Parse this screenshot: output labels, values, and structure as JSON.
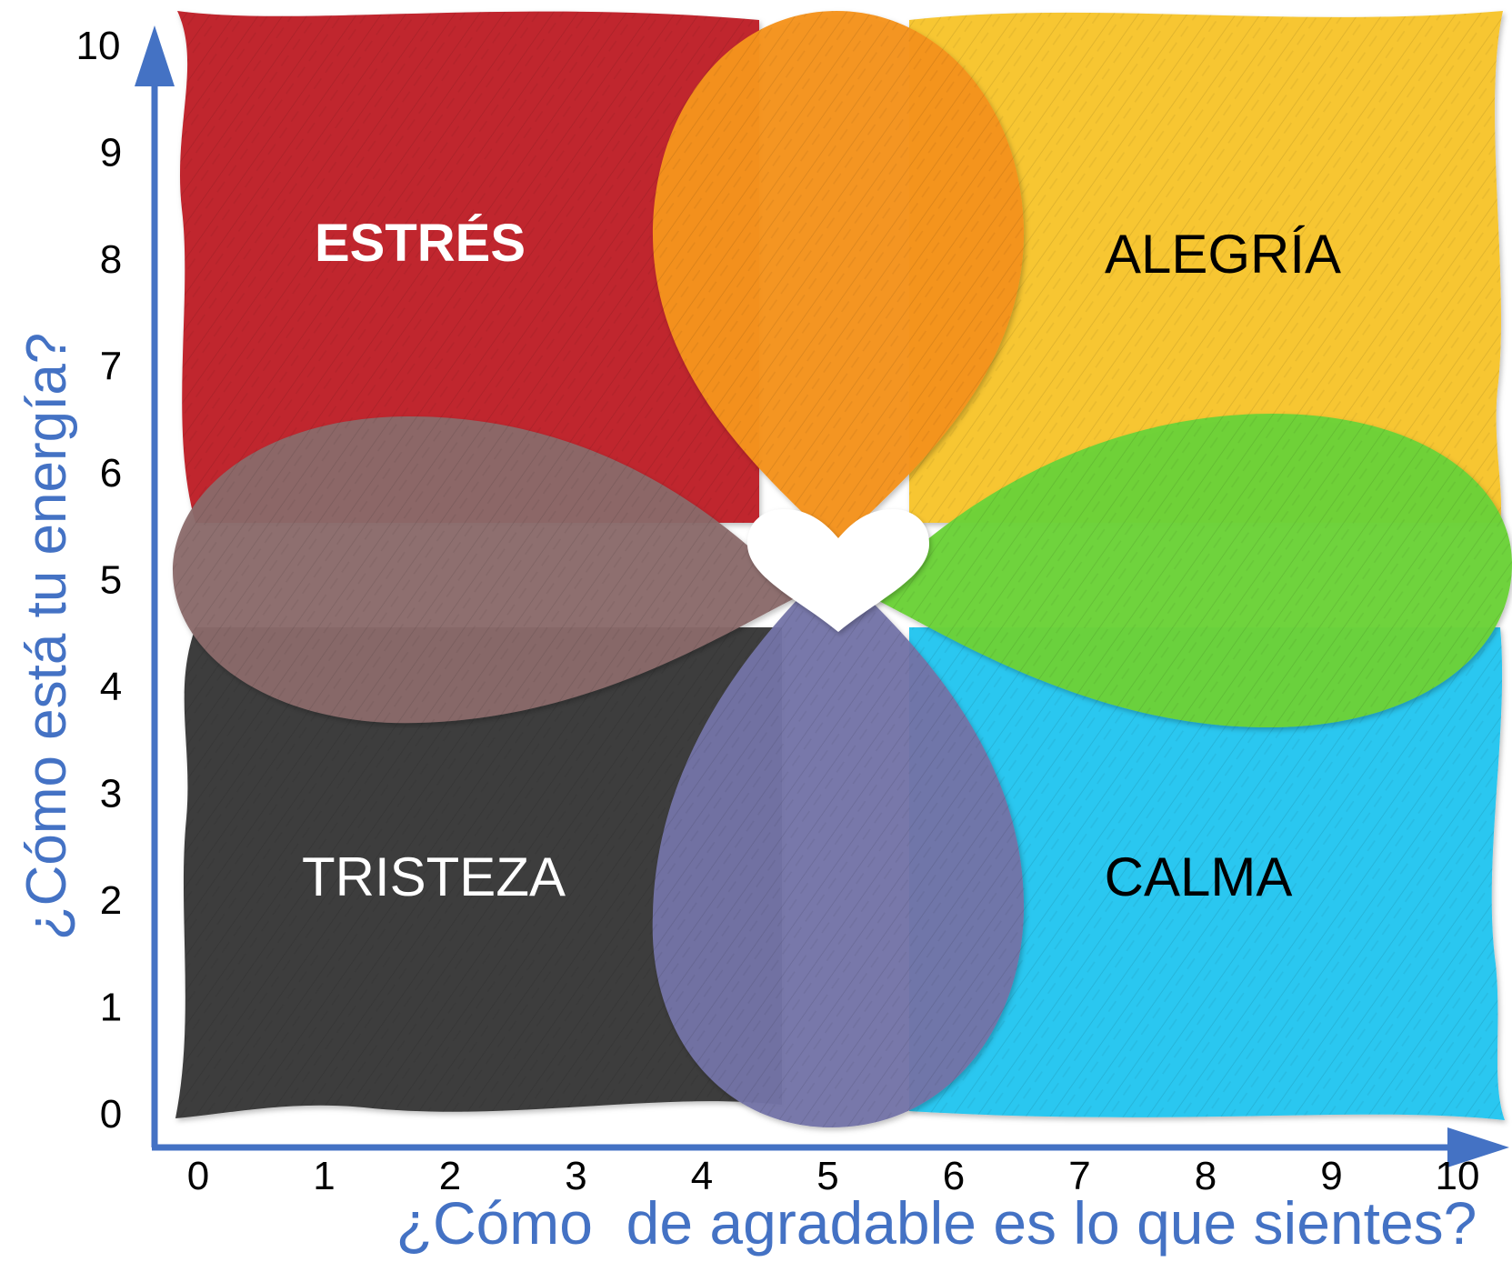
{
  "colors": {
    "axis": "#4472C4",
    "tick_text": "#000000",
    "estres": "#C0252E",
    "alegria": "#F7C631",
    "tristeza": "#3D3D3D",
    "calma": "#29C7F0",
    "petal_top": "#F5931E",
    "petal_left": "#8A6A6A",
    "petal_right": "#6CD33A",
    "petal_bottom": "#7474A8",
    "heart": "#FFFFFF",
    "label_light": "#FFFFFF",
    "label_dark": "#000000"
  },
  "axes": {
    "x_label": "¿Cómo  de agradable es lo que sientes?",
    "y_label": "¿Cómo está tu energía?",
    "x_ticks": [
      "0",
      "1",
      "2",
      "3",
      "4",
      "5",
      "6",
      "7",
      "8",
      "9",
      "10"
    ],
    "y_ticks": [
      "0",
      "1",
      "2",
      "3",
      "4",
      "5",
      "6",
      "7",
      "8",
      "9",
      "10"
    ]
  },
  "quadrants": {
    "estres": "ESTRÉS",
    "alegria": "ALEGRÍA",
    "tristeza": "TRISTEZA",
    "calma": "CALMA"
  },
  "icons": {
    "center": "heart-icon"
  }
}
